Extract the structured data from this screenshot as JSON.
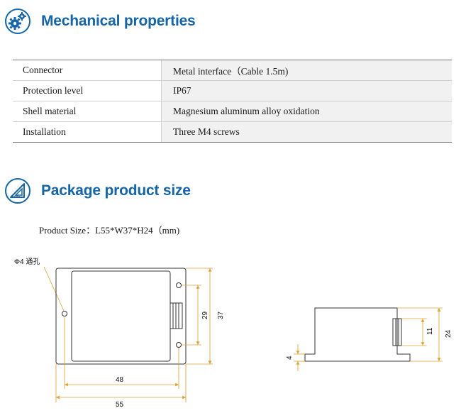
{
  "mechanical": {
    "title": "Mechanical properties",
    "icon": "gears-icon",
    "rows": [
      {
        "label": "Connector",
        "value": "Metal interface（Cable 1.5m)"
      },
      {
        "label": "Protection level",
        "value": "IP67"
      },
      {
        "label": "Shell material",
        "value": "Magnesium aluminum alloy oxidation"
      },
      {
        "label": "Installation",
        "value": "Three M4 screws"
      }
    ]
  },
  "package": {
    "title": "Package product size",
    "icon": "triangle-ruler-icon",
    "product_size": "Product Size：L55*W37*H24（mm)"
  },
  "drawing": {
    "hole_label": "Φ4 通孔",
    "dim_inner_width": "48",
    "dim_outer_width": "55",
    "dim_hole_spacing": "29",
    "dim_depth": "37",
    "dim_base": "4",
    "dim_connector": "11",
    "dim_height": "24"
  },
  "colors": {
    "accent": "#1565a8",
    "dimension": "#e0a030"
  }
}
